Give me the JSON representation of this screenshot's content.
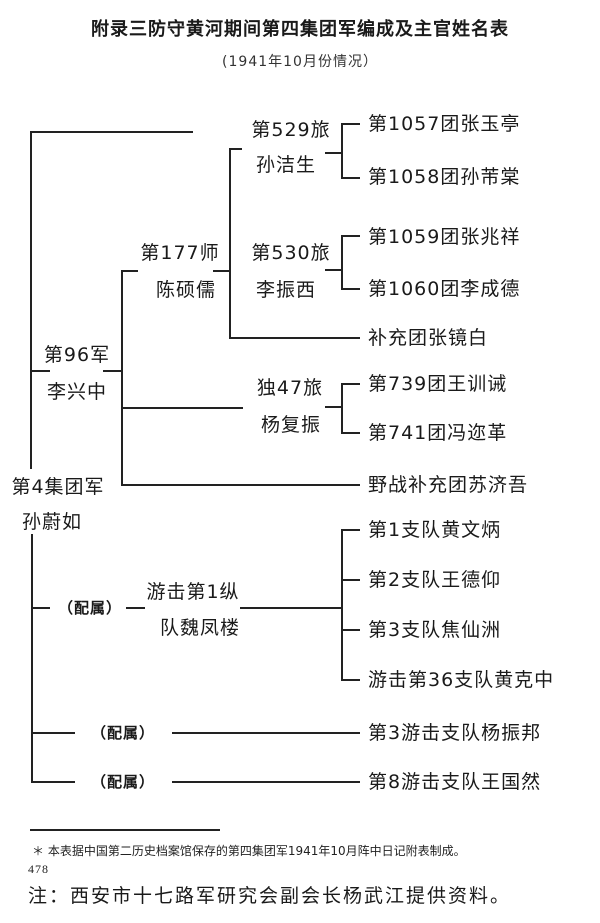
{
  "title": "附录三防守黄河期间第四集团军编成及主官姓名表",
  "subtitle": "(1941年10月份情况）",
  "root": {
    "unit": "第4集团军",
    "commander": "孙蔚如"
  },
  "army": {
    "unit": "第96军",
    "commander": "李兴中"
  },
  "division": {
    "unit": "第177师",
    "commander": "陈硕儒"
  },
  "brigades": [
    {
      "unit": "第529旅",
      "commander": "孙洁生"
    },
    {
      "unit": "第530旅",
      "commander": "李振西"
    },
    {
      "unit": "独47旅",
      "commander": "杨复振"
    }
  ],
  "column": {
    "line1": "游击第1纵",
    "line2": "队魏凤楼"
  },
  "attached_label": "（配属）",
  "leaves": [
    "第1057团张玉亭",
    "第1058团孙芾棠",
    "第1059团张兆祥",
    "第1060团李成德",
    "补充团张镜白",
    "第739团王训诫",
    "第741团冯迩革",
    "野战补充团苏济吾",
    "第1支队黄文炳",
    "第2支队王德仰",
    "第3支队焦仙洲",
    "游击第36支队黄克中",
    "第3游击支队杨振邦",
    "第8游击支队王国然"
  ],
  "footnote": "＊ 本表据中国第二历史档案馆保存的第四集团军1941年10月阵中日记附表制成。",
  "page_number": "478",
  "note": "注：西安市十七路军研究会副会长杨武江提供资料。"
}
